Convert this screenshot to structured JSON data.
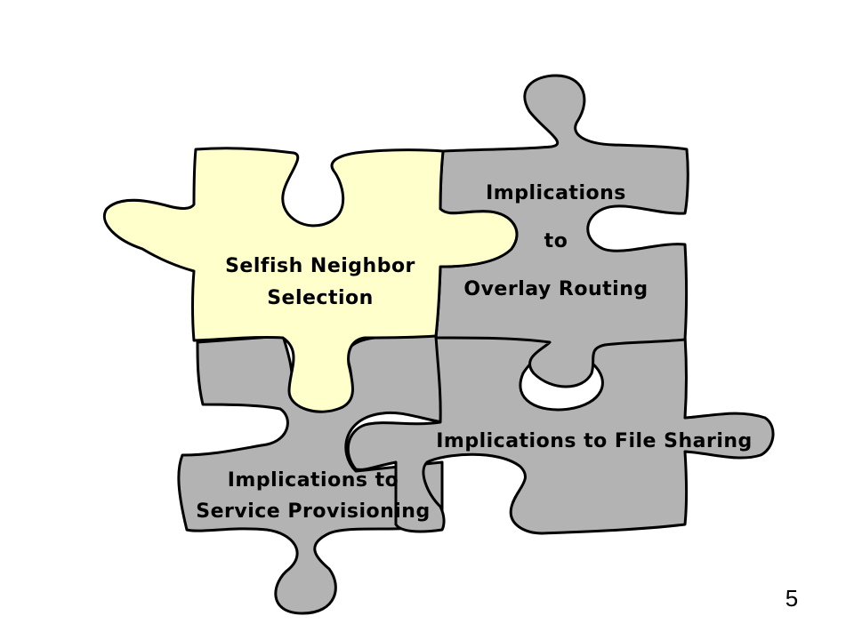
{
  "pieces": {
    "selfish": {
      "lines": [
        "Selfish Neighbor",
        "Selection"
      ],
      "color": "#ffffcc"
    },
    "overlay": {
      "lines": [
        "Implications",
        "to",
        "Overlay Routing"
      ],
      "color": "#b3b3b3"
    },
    "service": {
      "lines": [
        "Implications to",
        "Service Provisioning"
      ],
      "color": "#b3b3b3"
    },
    "file_sharing": {
      "lines": [
        "Implications to File Sharing"
      ],
      "color": "#b3b3b3"
    }
  },
  "page_number": "5"
}
